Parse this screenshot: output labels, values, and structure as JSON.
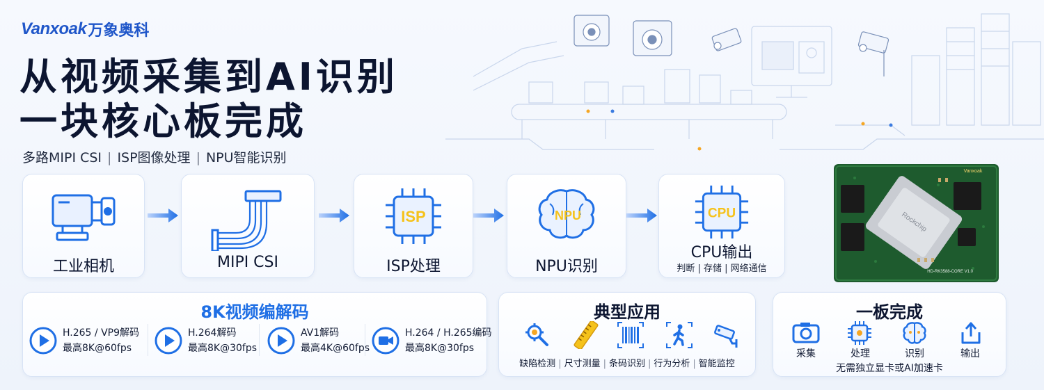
{
  "brand": {
    "name_en": "Vanxoak",
    "name_cn": "万象奥科"
  },
  "headline": {
    "line1": "从视频采集到AI识别",
    "line2": "一块核心板完成"
  },
  "features": [
    "多路MIPI CSI",
    "ISP图像处理",
    "NPU智能识别"
  ],
  "pipeline": [
    {
      "label": "工业相机",
      "icon": "industrial-camera-icon"
    },
    {
      "label": "MIPI CSI",
      "icon": "ribbon-cable-icon"
    },
    {
      "label": "ISP处理",
      "icon": "isp-chip-icon",
      "chip_text": "ISP"
    },
    {
      "label": "NPU识别",
      "icon": "npu-brain-icon",
      "chip_text": "NPU"
    },
    {
      "label": "CPU输出",
      "icon": "cpu-chip-icon",
      "chip_text": "CPU",
      "sub": [
        "判断",
        "存储",
        "网络通信"
      ]
    }
  ],
  "board": {
    "brand": "Vanxoak",
    "chip": "Rockchip",
    "model": "HD-RK3588-CORE V1.0"
  },
  "codec": {
    "title": "8K视频编解码",
    "items": [
      {
        "name": "H.265 / VP9解码",
        "spec": "最高8K@60fps",
        "icon": "play-icon"
      },
      {
        "name": "H.264解码",
        "spec": "最高8K@30fps",
        "icon": "play-icon"
      },
      {
        "name": "AV1解码",
        "spec": "最高4K@60fps",
        "icon": "play-icon"
      },
      {
        "name": "H.264 / H.265编码",
        "spec": "最高8K@30fps",
        "icon": "video-camera-icon"
      }
    ]
  },
  "applications": {
    "title": "典型应用",
    "items": [
      "缺陷检测",
      "尺寸测量",
      "条码识别",
      "行为分析",
      "智能监控"
    ]
  },
  "one_board": {
    "title": "一板完成",
    "items": [
      "采集",
      "处理",
      "识别",
      "输出"
    ],
    "note": "无需独立显卡或AI加速卡"
  },
  "colors": {
    "accent": "#1f6fe5",
    "title_dark": "#0c1530",
    "chip_yellow": "#f5c21b",
    "board_green": "#1e5b2e"
  }
}
